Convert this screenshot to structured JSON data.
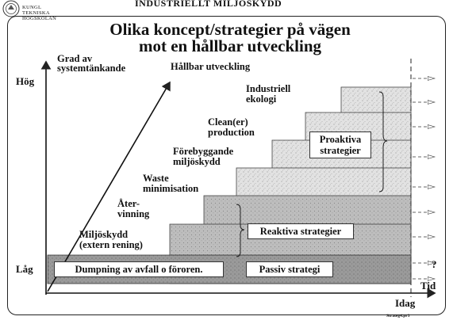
{
  "header": {
    "title": "INDUSTRIELLT MILJÖSKYDD",
    "logo_lines": [
      "KUNGL",
      "TEKNISKA",
      "HÖGSKOLAN"
    ]
  },
  "slide": {
    "title_line1": "Olika koncept/strategier på vägen",
    "title_line2": "mot en hållbar utveckling",
    "footer": "Strateg4.pr3"
  },
  "axes": {
    "y_label_line1": "Grad av",
    "y_label_line2": "systemtänkande",
    "high": "Hög",
    "low": "Låg",
    "x_label": "Tid",
    "today": "Idag",
    "question": "?"
  },
  "diagonal_label": "Hållbar utveckling",
  "steps": {
    "miljoskydd_line1": "Miljöskydd",
    "miljoskydd_line2": "(extern rening)",
    "atervinning_line1": "Åter-",
    "atervinning_line2": "vinning",
    "waste_line1": "Waste",
    "waste_line2": "minimisation",
    "forebyggande_line1": "Förebyggande",
    "forebyggande_line2": "miljöskydd",
    "clean_line1": "Clean(er)",
    "clean_line2": "production",
    "industriell_line1": "Industriell",
    "industriell_line2": "ekologi"
  },
  "strategies": {
    "dumpning": "Dumpning av avfall o föroren.",
    "passiv": "Passiv strategi",
    "reaktiva": "Reaktiva strategier",
    "proaktiva_line1": "Proaktiva",
    "proaktiva_line2": "strategier"
  }
}
